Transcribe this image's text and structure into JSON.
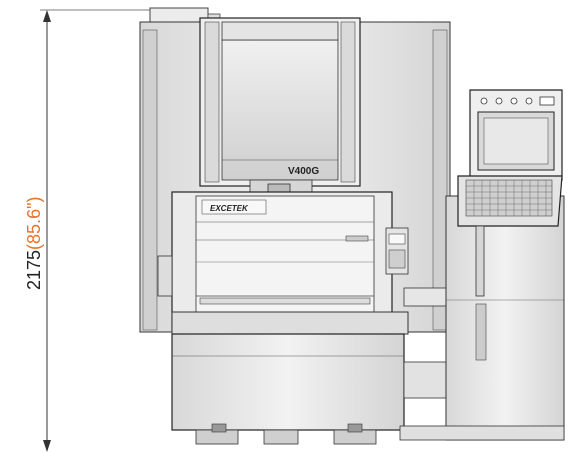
{
  "dimension": {
    "value": "2175",
    "converted": "(85.6\")",
    "value_color": "#222222",
    "converted_color": "#e8742a"
  },
  "machine": {
    "model_label": "V400G",
    "brand_label": "EXCETEK"
  },
  "colors": {
    "machine_fill": "#e6e6e6",
    "machine_shade": "#cfcfcf",
    "outline": "#2a2a2a",
    "screen": "#d9d9d9"
  },
  "icons": [
    "dimension-arrow-icon",
    "control-panel-icon",
    "keyboard-icon"
  ]
}
